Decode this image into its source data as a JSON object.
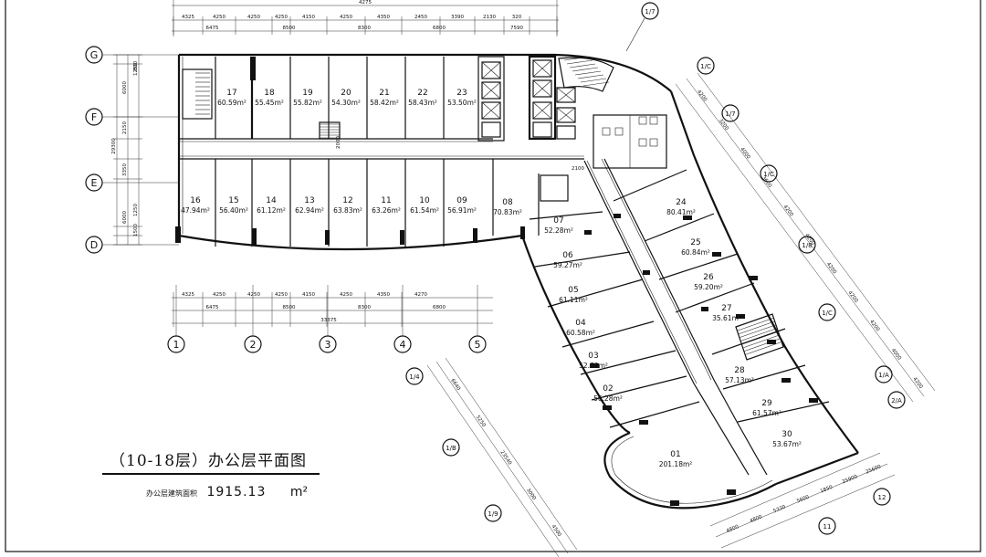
{
  "title": "（10-18层）办公层平面图",
  "area_summary": {
    "label": "办公层建筑面积",
    "value": "1915.13",
    "unit": "m²"
  },
  "grid_axes": {
    "rows": [
      "G",
      "F",
      "E",
      "D"
    ],
    "columns": [
      "1",
      "2",
      "3",
      "4",
      "5"
    ],
    "curved": [
      "1/7",
      "1/C",
      "1/7",
      "1/C",
      "1/8",
      "1/C",
      "1/A",
      "2/A",
      "1/4",
      "1/B",
      "1/9",
      "11",
      "12"
    ]
  },
  "dimensions": {
    "top_overall": "4275",
    "top_row1": [
      "4325",
      "4250",
      "4250",
      "4250",
      "4150",
      "4250",
      "4350",
      "2450",
      "3390",
      "2130",
      "320"
    ],
    "top_row2": [
      "6475",
      "8500",
      "8300",
      "6800",
      "7590"
    ],
    "bottom_row1": [
      "4325",
      "4250",
      "4250",
      "4250",
      "4150",
      "4250",
      "4350",
      "4270"
    ],
    "bottom_row2": [
      "6475",
      "8500",
      "8300",
      "6800"
    ],
    "bottom_overall": "33375",
    "left": [
      "6000",
      "2150",
      "3350",
      "6000",
      "1500",
      "800",
      "29300",
      "1250",
      "1250"
    ],
    "right": [
      "4200",
      "3200",
      "4000",
      "3600",
      "4200",
      "4200",
      "4200",
      "4200",
      "4200",
      "4000",
      "4200"
    ],
    "lower_left": [
      "6640",
      "5250",
      "23540",
      "3000",
      "4500"
    ],
    "lower_right": [
      "4800",
      "4800",
      "5330",
      "5600",
      "1850",
      "25900",
      "25600"
    ]
  },
  "rooms": [
    {
      "no": "17",
      "area": "60.59m²"
    },
    {
      "no": "18",
      "area": "55.45m²"
    },
    {
      "no": "19",
      "area": "55.82m²"
    },
    {
      "no": "20",
      "area": "54.30m²"
    },
    {
      "no": "21",
      "area": "58.42m²"
    },
    {
      "no": "22",
      "area": "58.43m²"
    },
    {
      "no": "23",
      "area": "53.50m²"
    },
    {
      "no": "16",
      "area": "47.94m²"
    },
    {
      "no": "15",
      "area": "56.40m²"
    },
    {
      "no": "14",
      "area": "61.12m²"
    },
    {
      "no": "13",
      "area": "62.94m²"
    },
    {
      "no": "12",
      "area": "63.83m²"
    },
    {
      "no": "11",
      "area": "63.26m²"
    },
    {
      "no": "10",
      "area": "61.54m²"
    },
    {
      "no": "09",
      "area": "56.91m²"
    },
    {
      "no": "08",
      "area": "70.83m²"
    },
    {
      "no": "07",
      "area": "52.28m²"
    },
    {
      "no": "06",
      "area": "59.27m²"
    },
    {
      "no": "05",
      "area": "61.11m²"
    },
    {
      "no": "04",
      "area": "60.58m²"
    },
    {
      "no": "03",
      "area": "52.73m²"
    },
    {
      "no": "02",
      "area": "56.28m²"
    },
    {
      "no": "01",
      "area": "201.18m²"
    },
    {
      "no": "24",
      "area": "80.41m²"
    },
    {
      "no": "25",
      "area": "60.84m²"
    },
    {
      "no": "26",
      "area": "59.20m²"
    },
    {
      "no": "27",
      "area": "35.61m²"
    },
    {
      "no": "28",
      "area": "57.13m²"
    },
    {
      "no": "29",
      "area": "61.57m²"
    },
    {
      "no": "30",
      "area": "53.67m²"
    }
  ],
  "misc_labels": {
    "corridor_dim_1": "2000",
    "corridor_dim_2": "2100"
  }
}
